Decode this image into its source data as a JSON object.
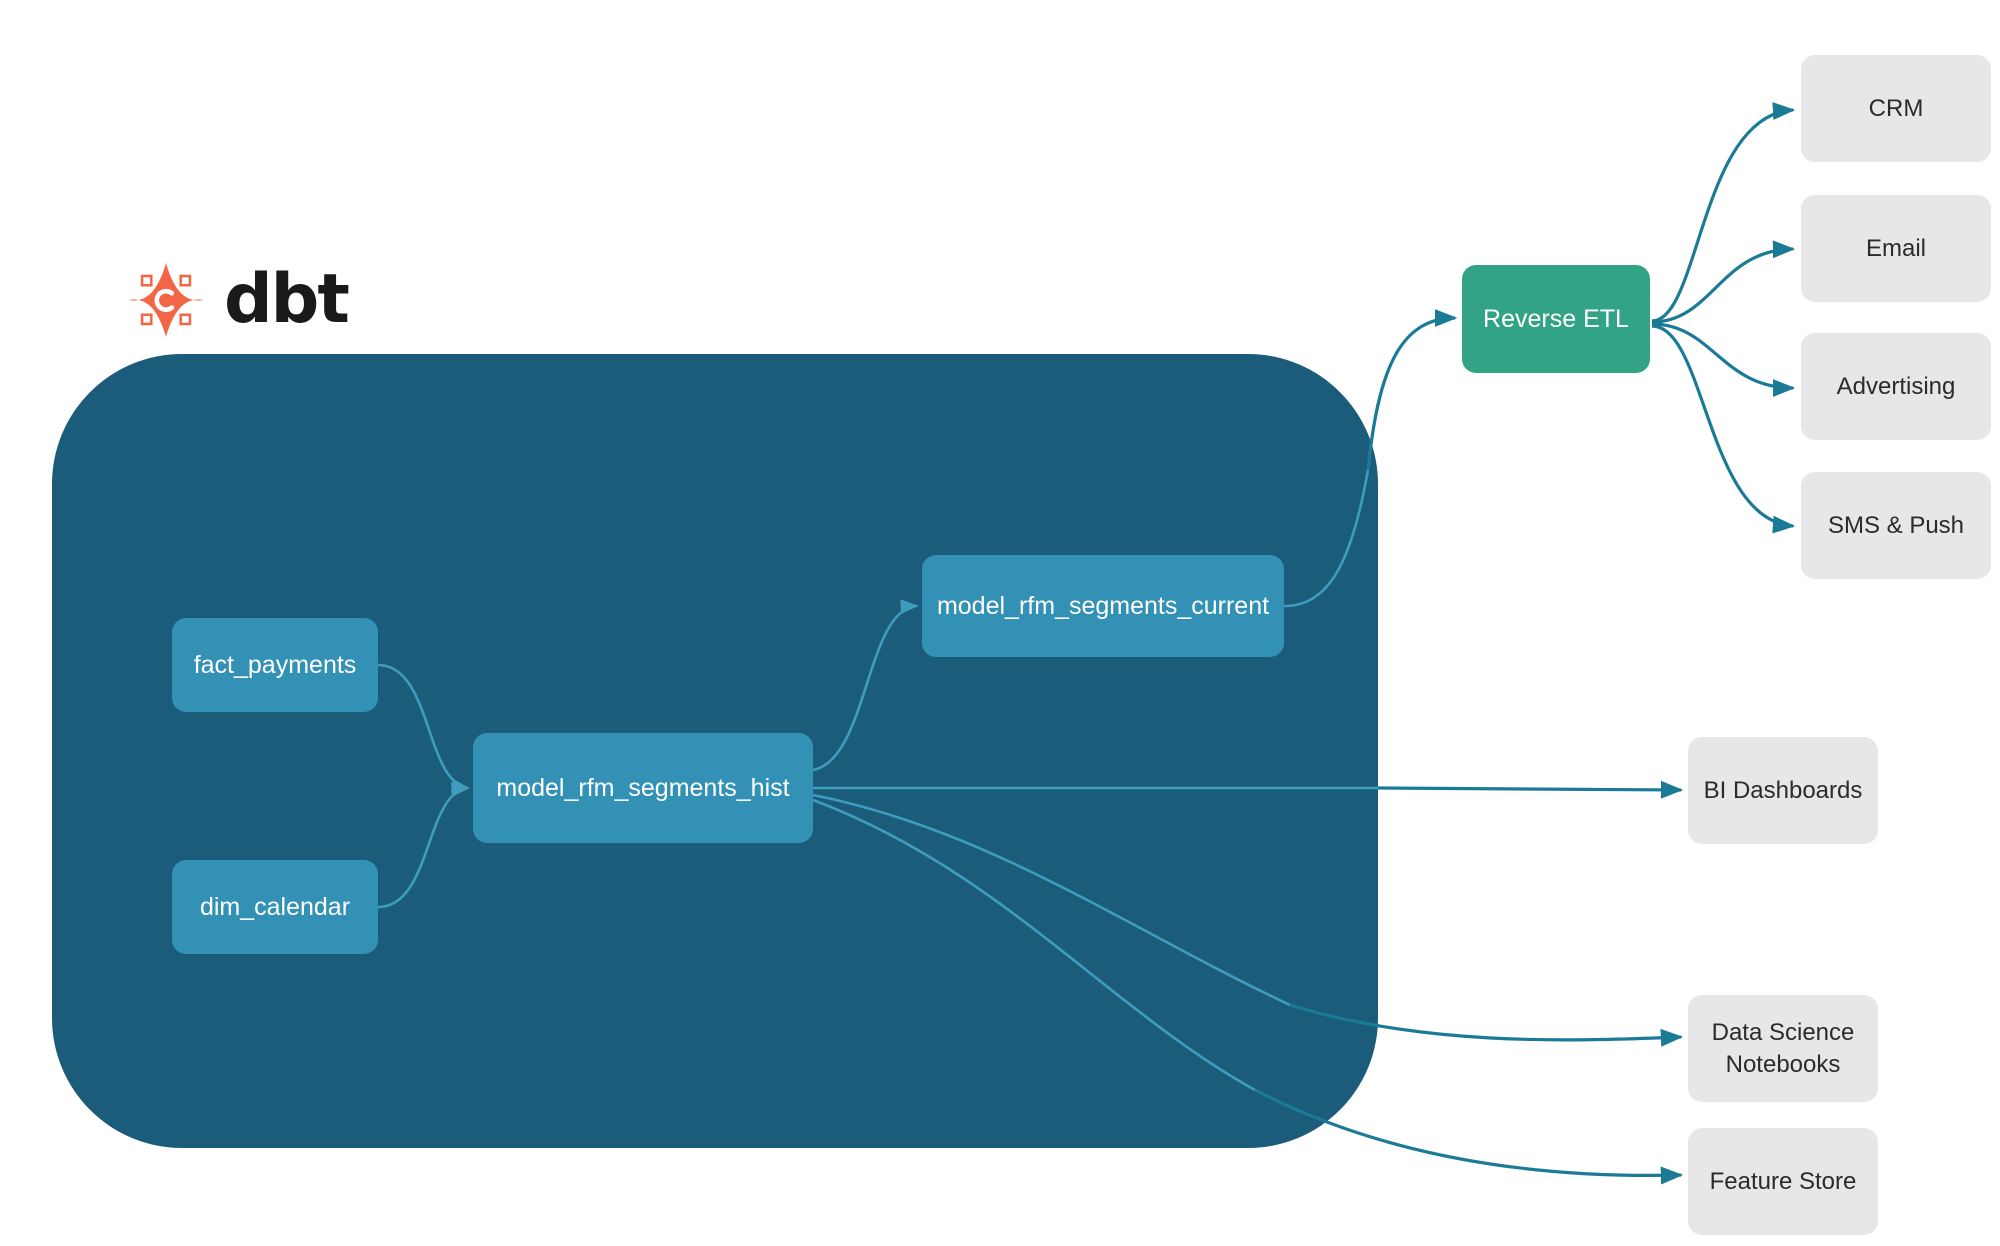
{
  "brand": {
    "logo_icon": "dbt-logo-icon",
    "wordmark": "dbt",
    "logo_color": "#F26545",
    "wordmark_color": "#1A1A1A"
  },
  "warehouse": {
    "name": "dbt-transformation-layer",
    "fill_color": "#1B5C7A",
    "node_fill_color": "#3391B5",
    "nodes": [
      {
        "id": "fact_payments",
        "label": "fact_payments"
      },
      {
        "id": "dim_calendar",
        "label": "dim_calendar"
      },
      {
        "id": "model_rfm_segments_hist",
        "label": "model_rfm_segments_hist"
      },
      {
        "id": "model_rfm_segments_current",
        "label": "model_rfm_segments_current"
      }
    ]
  },
  "reverse_etl": {
    "label": "Reverse ETL",
    "fill_color": "#33A386",
    "text_color": "#FFFFFF"
  },
  "destinations": {
    "fill_color": "#E7E7E7",
    "text_color": "#2B2B2B",
    "activation": [
      {
        "id": "crm",
        "label": "CRM"
      },
      {
        "id": "email",
        "label": "Email"
      },
      {
        "id": "advertising",
        "label": "Advertising"
      },
      {
        "id": "sms_push",
        "label": "SMS & Push"
      }
    ],
    "analytics": [
      {
        "id": "bi_dashboards",
        "label": "BI Dashboards"
      },
      {
        "id": "data_science_line1",
        "label": "Data Science"
      },
      {
        "id": "data_science_line2",
        "label": "Notebooks"
      },
      {
        "id": "feature_store",
        "label": "Feature Store"
      }
    ]
  },
  "edges": {
    "internal_color": "#3E9DBE",
    "external_color": "#1B7A96",
    "connections": [
      {
        "from": "fact_payments",
        "to": "model_rfm_segments_hist"
      },
      {
        "from": "dim_calendar",
        "to": "model_rfm_segments_hist"
      },
      {
        "from": "model_rfm_segments_hist",
        "to": "model_rfm_segments_current"
      },
      {
        "from": "model_rfm_segments_current",
        "to": "reverse_etl"
      },
      {
        "from": "model_rfm_segments_hist",
        "to": "bi_dashboards"
      },
      {
        "from": "model_rfm_segments_hist",
        "to": "data_science_notebooks"
      },
      {
        "from": "model_rfm_segments_hist",
        "to": "feature_store"
      },
      {
        "from": "reverse_etl",
        "to": "crm"
      },
      {
        "from": "reverse_etl",
        "to": "email"
      },
      {
        "from": "reverse_etl",
        "to": "advertising"
      },
      {
        "from": "reverse_etl",
        "to": "sms_push"
      }
    ]
  }
}
